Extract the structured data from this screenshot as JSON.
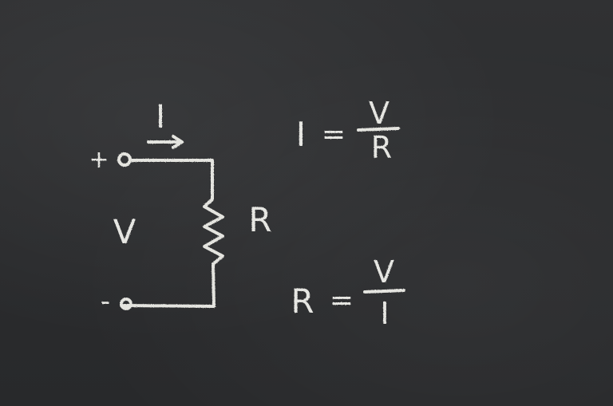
{
  "circuit": {
    "current_label": "I",
    "plus_sign": "+",
    "minus_sign": "-",
    "voltage_label": "V",
    "resistor_label": "R"
  },
  "ohms_law": {
    "lhs": "I",
    "equals": "=",
    "numerator": "V",
    "denominator": "R"
  },
  "resistance_formula": {
    "lhs": "R",
    "equals": "=",
    "numerator": "V",
    "denominator": "I"
  },
  "colors": {
    "board": "#2c2d2f",
    "chalk": "#e6e6e2"
  }
}
